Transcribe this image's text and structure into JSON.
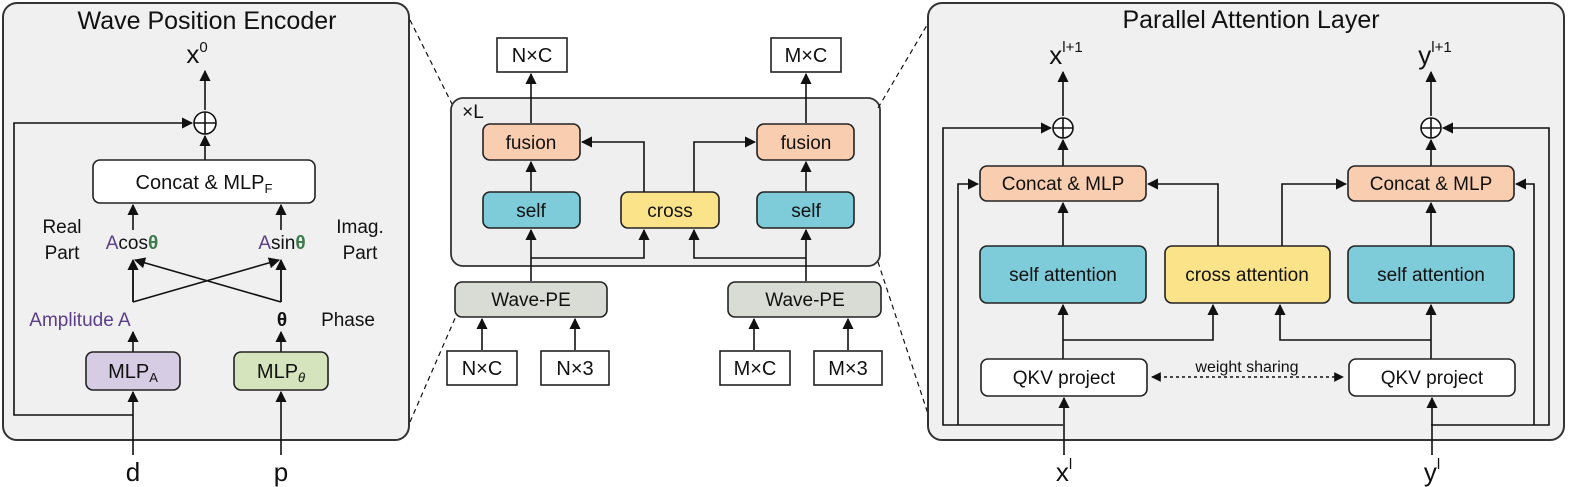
{
  "colors": {
    "panel": "#f0f0f0",
    "orange": "#f9cdb0",
    "blue": "#7ecbd9",
    "yellow": "#fbe38a",
    "purple": "#d6cce3",
    "green": "#d5e4bd",
    "wave_pe": "#d9dcd5",
    "purple_text": "#5a3e86",
    "green_text": "#3d7a4c"
  },
  "left": {
    "title": "Wave Position Encoder",
    "out_label": "x",
    "out_sup": "0",
    "concat_main": "Concat & MLP",
    "concat_sub": "F",
    "real_line1": "Real",
    "real_line2": "Part",
    "imag_line1": "Imag.",
    "imag_line2": "Part",
    "acos_a": "A",
    "acos_cos": "cos",
    "acos_theta": "θ",
    "asin_a": "A",
    "asin_sin": "sin",
    "asin_theta": "θ",
    "amplitude": "Amplitude",
    "amplitude_a": "A",
    "theta": "θ",
    "phase": "Phase",
    "mlp_a_main": "MLP",
    "mlp_a_sub": "A",
    "mlp_t_main": "MLP",
    "mlp_t_sub": "θ",
    "in_d": "d",
    "in_p": "p"
  },
  "middle": {
    "out_n": "N×C",
    "out_m": "M×C",
    "repeat": "×L",
    "fusion": "fusion",
    "self": "self",
    "cross": "cross",
    "wave_pe": "Wave-PE",
    "in_nc": "N×C",
    "in_n3": "N×3",
    "in_mc": "M×C",
    "in_m3": "M×3"
  },
  "right": {
    "title": "Parallel Attention Layer",
    "out_x": "x",
    "out_x_sup": "l+1",
    "out_y": "y",
    "out_y_sup": "l+1",
    "concat": "Concat & MLP",
    "self_att": "self attention",
    "cross_att": "cross attention",
    "qkv": "QKV project",
    "weight_sharing": "weight sharing",
    "in_x": "x",
    "in_x_sup": "l",
    "in_y": "y",
    "in_y_sup": "l"
  }
}
